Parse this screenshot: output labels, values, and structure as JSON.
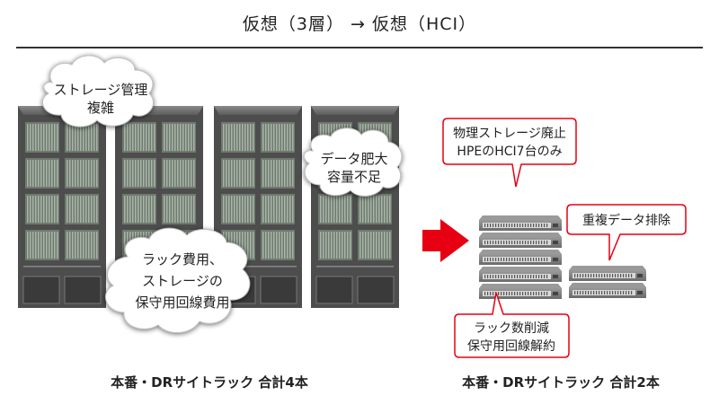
{
  "title": "仮想（3層） → 仮想（HCI）",
  "left": {
    "caption": "本番・DRサイトラック 合計4本",
    "clouds": [
      {
        "lines": [
          "ストレージ管理",
          "複雑"
        ]
      },
      {
        "lines": [
          "データ肥大",
          "容量不足"
        ]
      },
      {
        "lines": [
          "ラック費用、",
          "ストレージの",
          "保守用回線費用"
        ]
      }
    ]
  },
  "right": {
    "caption": "本番・DRサイトラック 合計2本",
    "callouts": [
      {
        "lines": [
          "物理ストレージ廃止",
          "HPEのHCI7台のみ"
        ]
      },
      {
        "lines": [
          "重複データ排除"
        ]
      },
      {
        "lines": [
          "ラック数削減",
          "保守用回線解約"
        ]
      }
    ]
  },
  "colors": {
    "arrow": "#e60012",
    "callout_border": "#e60012",
    "rack": "#5a5a5a"
  }
}
